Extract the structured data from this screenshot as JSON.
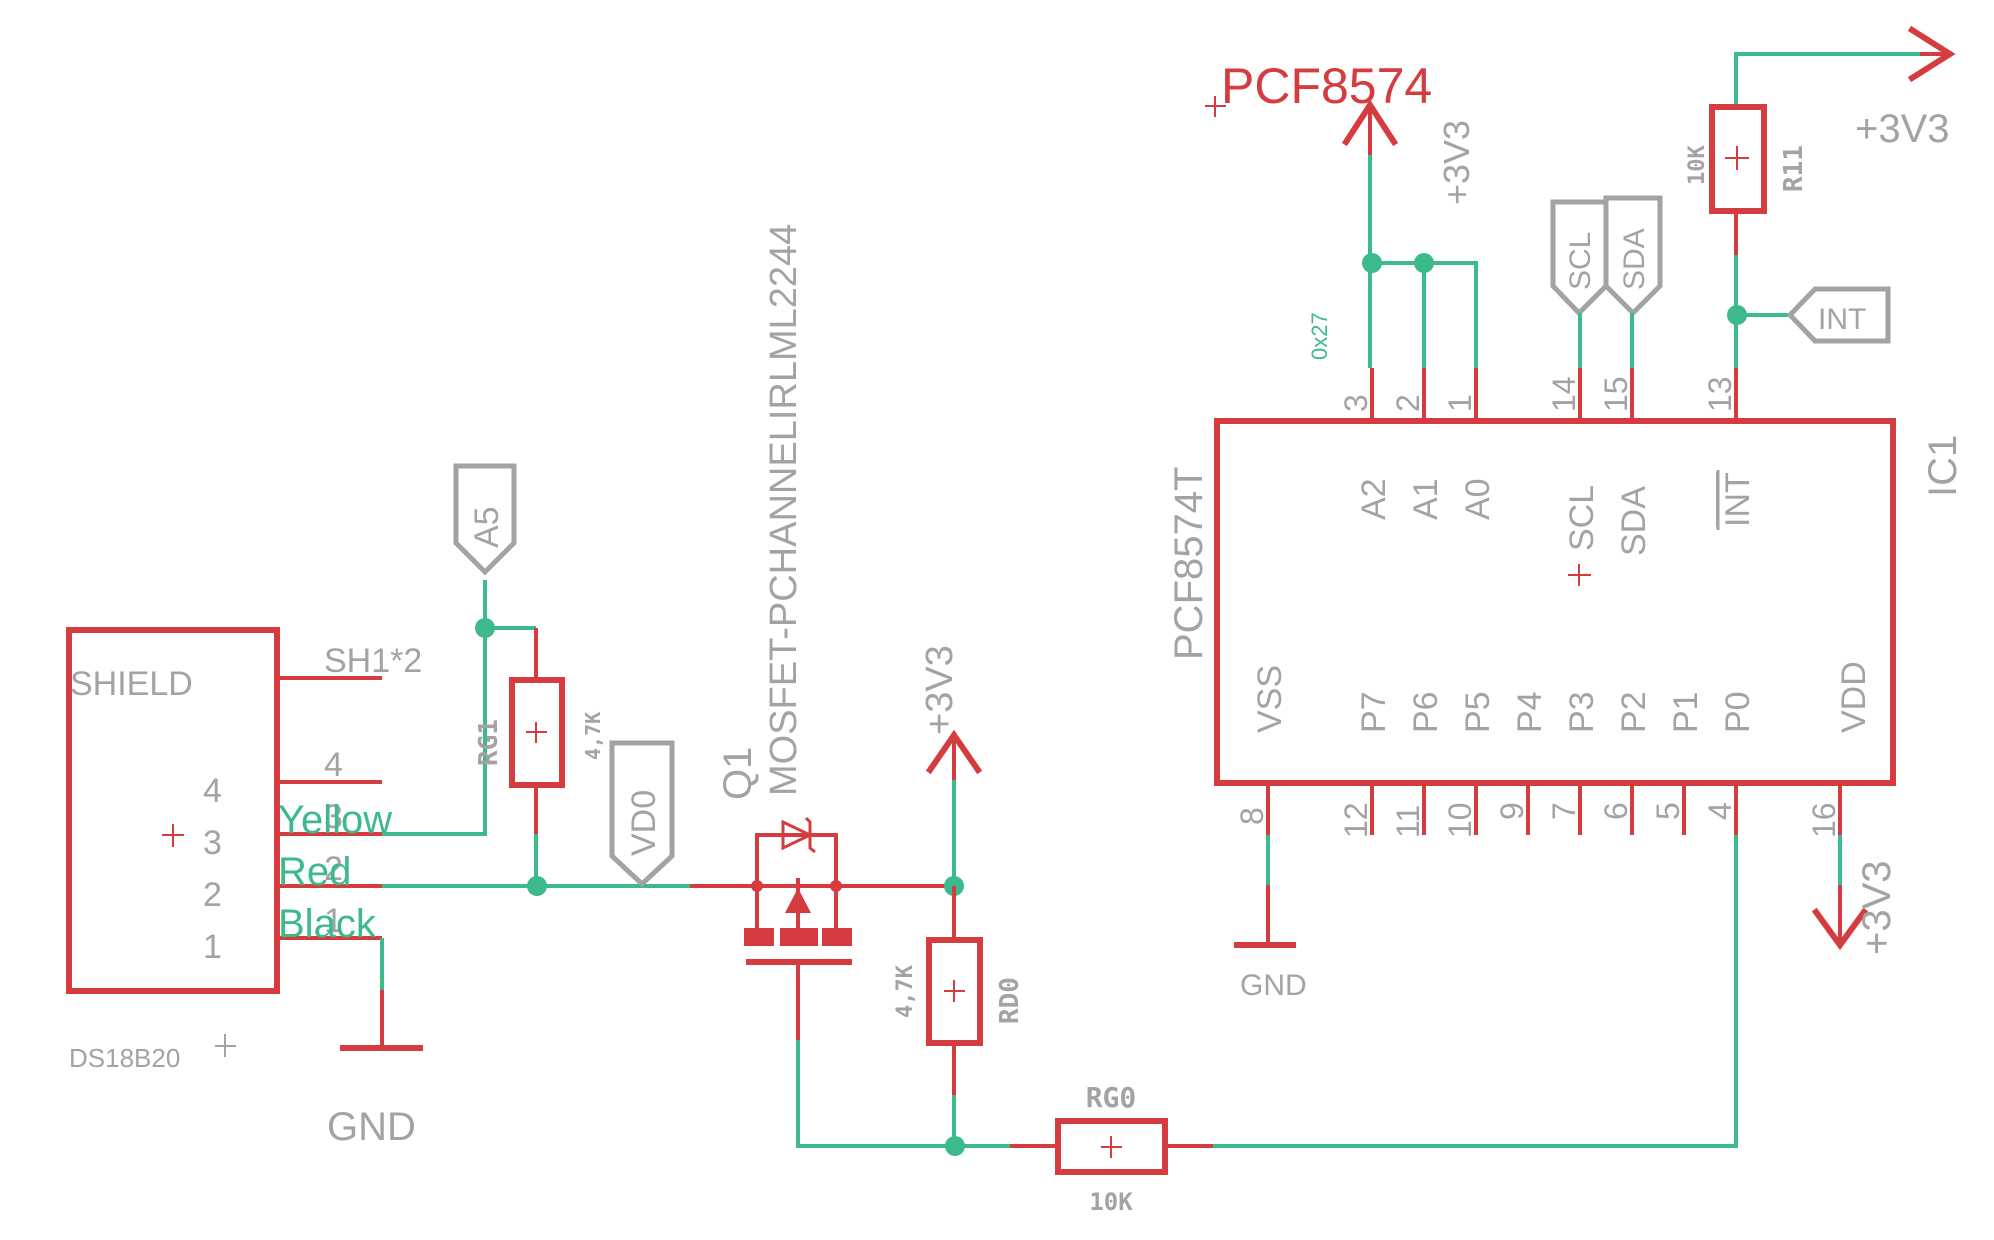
{
  "colors": {
    "symbol": "#d43c3f",
    "wire": "#3dba8c",
    "label": "#a3a3a3"
  },
  "sensor": {
    "name": "DS18B20",
    "shield_label": "SHIELD",
    "shield_pin_label": "SH1*2",
    "pin_numbers_inner": [
      "4",
      "3",
      "2",
      "1"
    ],
    "pin4_outer": "4",
    "pin3_outer": "3",
    "pin2_outer": "2",
    "pin1_outer": "1",
    "wire_labels": [
      "Yellow",
      "Red",
      "Black"
    ]
  },
  "gnd_left": "GND",
  "flags": {
    "a5": "A5",
    "vd0": "VD0",
    "scl": "SCL",
    "sda": "SDA",
    "int": "INT"
  },
  "resistors": {
    "rg1": {
      "name": "RG1",
      "value": "4,7K"
    },
    "rd0": {
      "name": "RD0",
      "value": "4,7K"
    },
    "rg0": {
      "name": "RG0",
      "value": "10K"
    },
    "r11": {
      "name": "R11",
      "value": "10K"
    }
  },
  "mosfet": {
    "name": "Q1",
    "value": "MOSFET-PCHANNELIRLML2244"
  },
  "power": {
    "mosfet_supply": "+3V3",
    "addr_supply": "+3V3",
    "int_pullup_supply": "+3V3",
    "vdd_supply": "+3V3",
    "ic_gnd": "GND"
  },
  "ic": {
    "name": "IC1",
    "value": "PCF8574T",
    "title": "PCF8574",
    "address_note": "0x27",
    "top_pins": [
      {
        "num": "3",
        "name": "A2"
      },
      {
        "num": "2",
        "name": "A1"
      },
      {
        "num": "1",
        "name": "A0"
      },
      {
        "num": "14",
        "name": "SCL"
      },
      {
        "num": "15",
        "name": "SDA"
      },
      {
        "num": "13",
        "name": "INT"
      }
    ],
    "bottom_pins": [
      {
        "num": "8",
        "name": "VSS"
      },
      {
        "num": "12",
        "name": "P7"
      },
      {
        "num": "11",
        "name": "P6"
      },
      {
        "num": "10",
        "name": "P5"
      },
      {
        "num": "9",
        "name": "P4"
      },
      {
        "num": "7",
        "name": "P3"
      },
      {
        "num": "6",
        "name": "P2"
      },
      {
        "num": "5",
        "name": "P1"
      },
      {
        "num": "4",
        "name": "P0"
      },
      {
        "num": "16",
        "name": "VDD"
      }
    ]
  }
}
